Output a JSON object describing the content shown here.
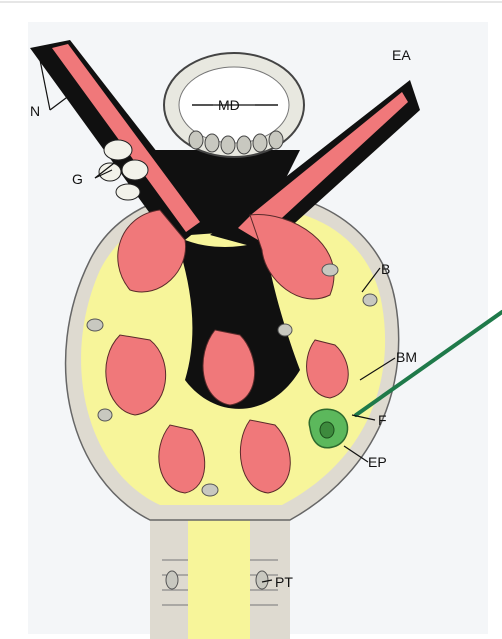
{
  "figure": {
    "title": "",
    "labels": {
      "N": "N",
      "G": "G",
      "MD": "MD",
      "EA": "EA",
      "B": "B",
      "BM": "BM",
      "F": "F",
      "EP": "EP",
      "PT": "PT"
    },
    "colors": {
      "capillary": "#f0787a",
      "urinary_space": "#f7f59a",
      "mesangium": "#101010",
      "capsule_wall": "#dcdcd2",
      "podocyte": "#c8c8c0",
      "highlight_cell": "#5cb85c",
      "pointer_line": "#1f7a4a",
      "background_tint": "#f4f6f8"
    }
  }
}
